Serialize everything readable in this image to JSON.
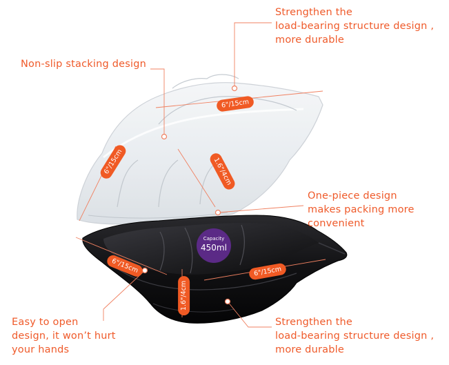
{
  "callouts": {
    "top_load_bearing": [
      "Strengthen the",
      "load-bearing structure design ,",
      "more durable"
    ],
    "non_slip": [
      "Non-slip stacking design"
    ],
    "one_piece": [
      "One-piece design",
      "makes packing more",
      "convenient"
    ],
    "easy_open": [
      "Easy to open",
      "design, it won’t hurt",
      "your hands"
    ],
    "bottom_load_bearing": [
      "Strengthen the",
      "load-bearing structure design ,",
      "more durable"
    ]
  },
  "dimensions": {
    "lid_top": "6\"/15cm",
    "lid_left": "6\"/15cm",
    "lid_right": "1.6\"/4cm",
    "base_left": "6\"/15cm",
    "base_right": "6\"/15cm",
    "base_depth": "1.6\"/4cm"
  },
  "capacity": {
    "label": "Capacity",
    "value": "450ml"
  },
  "colors": {
    "accent": "#ef5a2a",
    "badge": "#f05a24",
    "capacity_badge": "#5b2a86",
    "container_black": "#0d0d0f"
  }
}
